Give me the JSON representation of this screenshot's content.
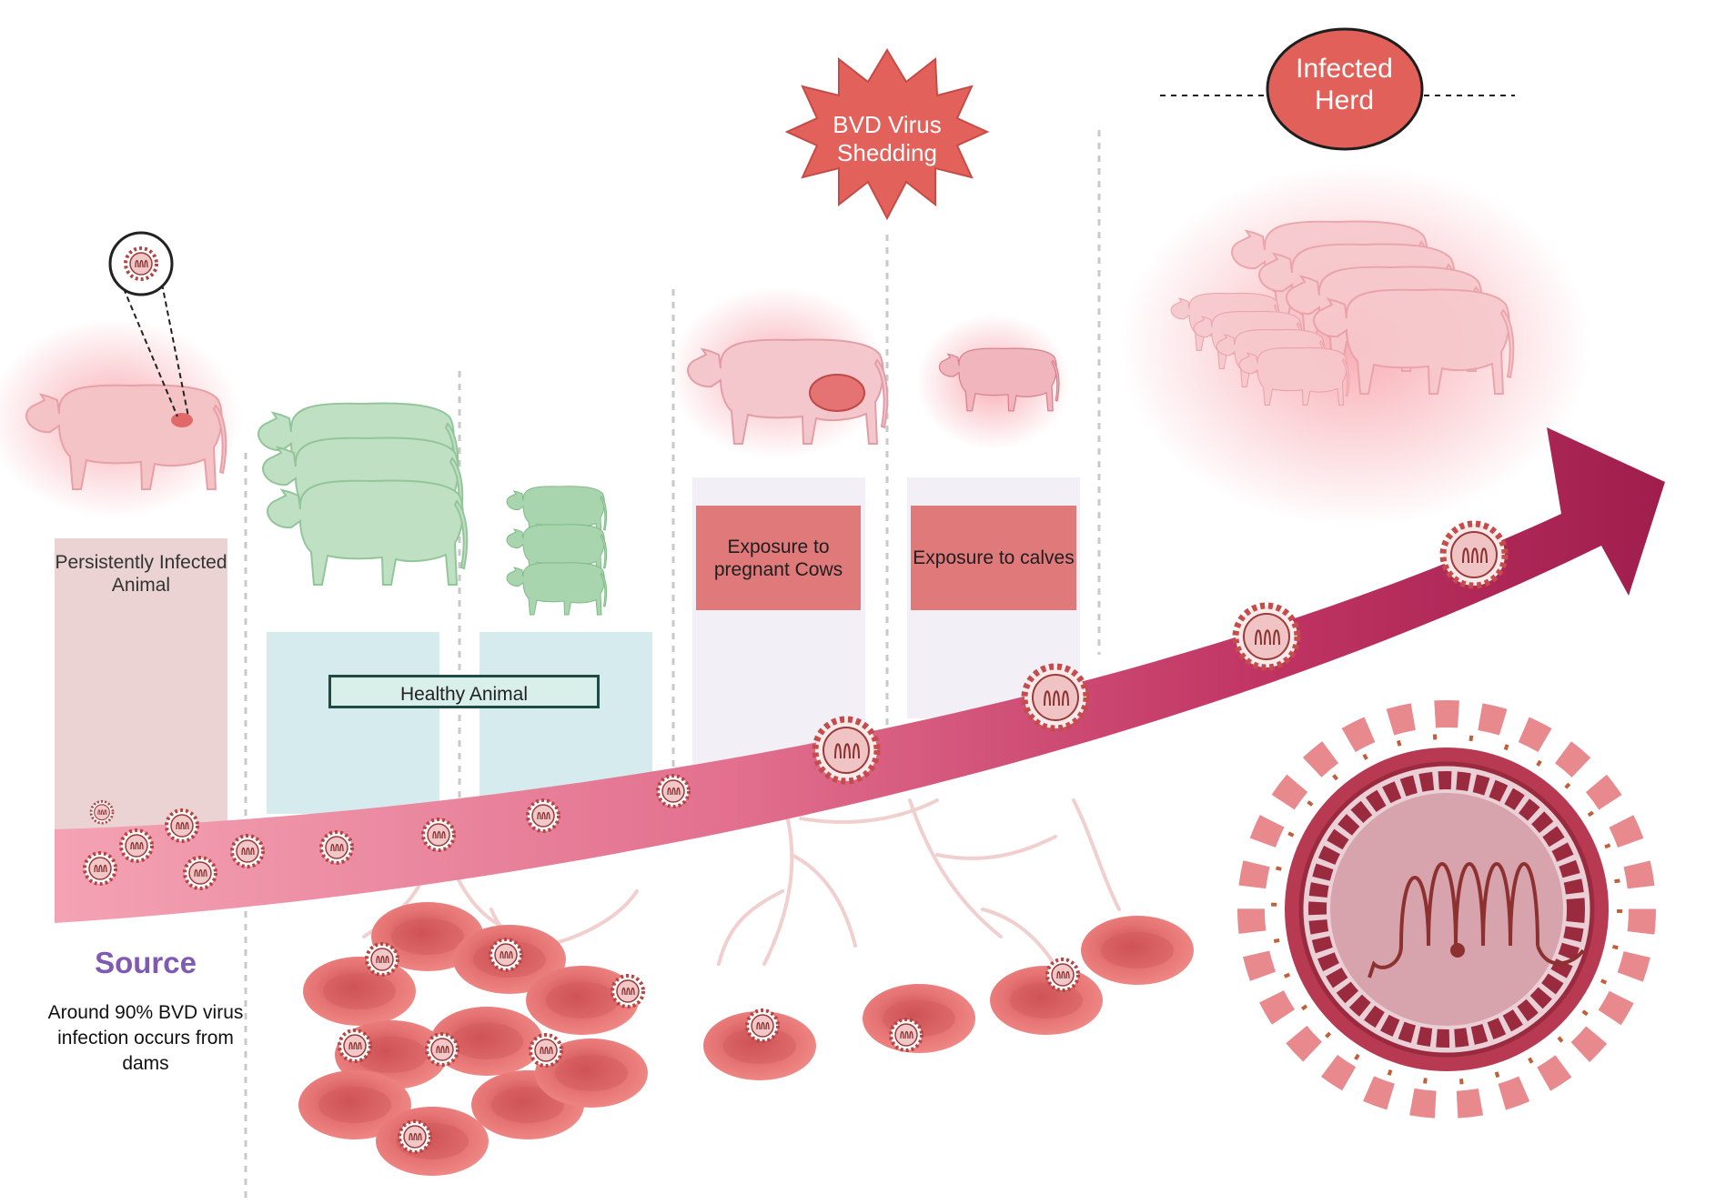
{
  "labels": {
    "persistently_infected": "Persistently Infected Animal",
    "healthy_animal": "Healthy Animal",
    "exposure_pregnant": "Exposure to pregnant Cows",
    "exposure_calves": "Exposure to calves",
    "bvd_shedding": "BVD Virus Shedding",
    "infected_herd": "Infected Herd",
    "source_title": "Source",
    "source_description": "Around 90% BVD virus infection occurs from dams"
  },
  "colors": {
    "arrow_start": "#f4a3b4",
    "arrow_mid": "#e2708e",
    "arrow_end": "#a01e4c",
    "healthy_cow": "#b6dcbc",
    "infected_cow": "#f3c0c4",
    "blood_cell": "#e57373",
    "virus": "#c14a4a",
    "starburst": "#e2625b",
    "source_title": "#7f5ab2"
  },
  "icons": [
    "cow-icon",
    "calf-icon",
    "virus-icon",
    "blood-cell-icon",
    "blood-vessel-icon",
    "starburst-icon",
    "magnifier-icon"
  ]
}
